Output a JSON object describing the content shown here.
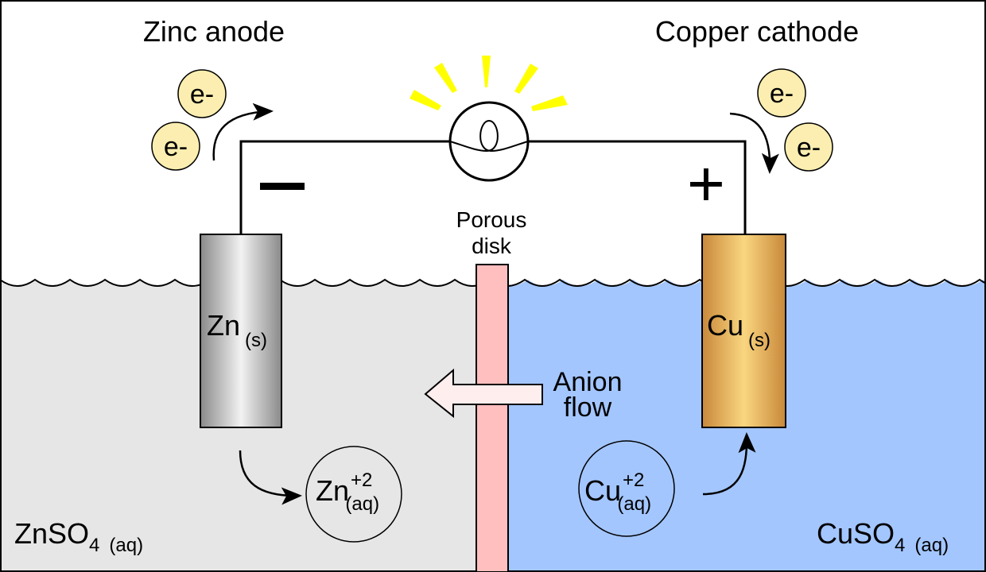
{
  "colors": {
    "zinc_solution": "#e6e6e6",
    "copper_solution": "#a3c6ff",
    "porous_disk": "#ffbfbf",
    "electron": "#fbeeb0",
    "rays": "#ffff00",
    "arrow_fill": "#ffeeee"
  },
  "labels": {
    "zinc_anode": "Zinc anode",
    "copper_cathode": "Copper cathode",
    "minus": "−",
    "plus": "+",
    "porous_1": "Porous",
    "porous_2": "disk",
    "anion_1": "Anion",
    "anion_2": "flow",
    "electron": "e-",
    "zn_electrode": "Zn",
    "zn_state": "(s)",
    "cu_electrode": "Cu",
    "cu_state": "(s)",
    "zn_ion": "Zn",
    "zn_ion_charge": "+2",
    "zn_ion_state": "(aq)",
    "cu_ion": "Cu",
    "cu_ion_charge": "+2",
    "cu_ion_state": "(aq)",
    "znso4": "ZnSO",
    "znso4_sub": "4",
    "znso4_state": "(aq)",
    "cuso4": "CuSO",
    "cuso4_sub": "4",
    "cuso4_state": "(aq)"
  },
  "icons": [
    "light-bulb-icon",
    "electron-icon",
    "curved-arrow-icon",
    "block-arrow-icon"
  ]
}
